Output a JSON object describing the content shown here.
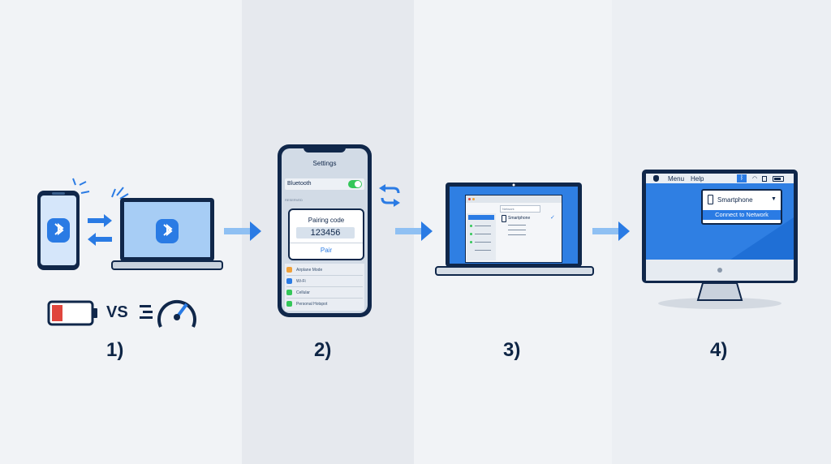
{
  "steps": [
    "1)",
    "2)",
    "3)",
    "4)"
  ],
  "panel1": {
    "vs_text": "VS"
  },
  "panel2": {
    "header": "Settings",
    "bluetooth_label": "Bluetooth",
    "section_label": "RESERVED",
    "pairing_title": "Pairing code",
    "pairing_code": "123456",
    "pair_button": "Pair",
    "list_items": [
      "Airplane Mode",
      "Wi-Fi",
      "Cellular",
      "Personal Hotspot"
    ]
  },
  "panel3": {
    "search_placeholder": "Network",
    "device_name": "Smartphone"
  },
  "panel4": {
    "menu_items": [
      "Menu",
      "Help"
    ],
    "dropdown_device": "Smartphone",
    "connect_label": "Connect to Network"
  },
  "colors": {
    "accent": "#2a7be4",
    "navy": "#10274a",
    "screen_blue": "#2f7fe3",
    "battery_red": "#e0463d"
  }
}
